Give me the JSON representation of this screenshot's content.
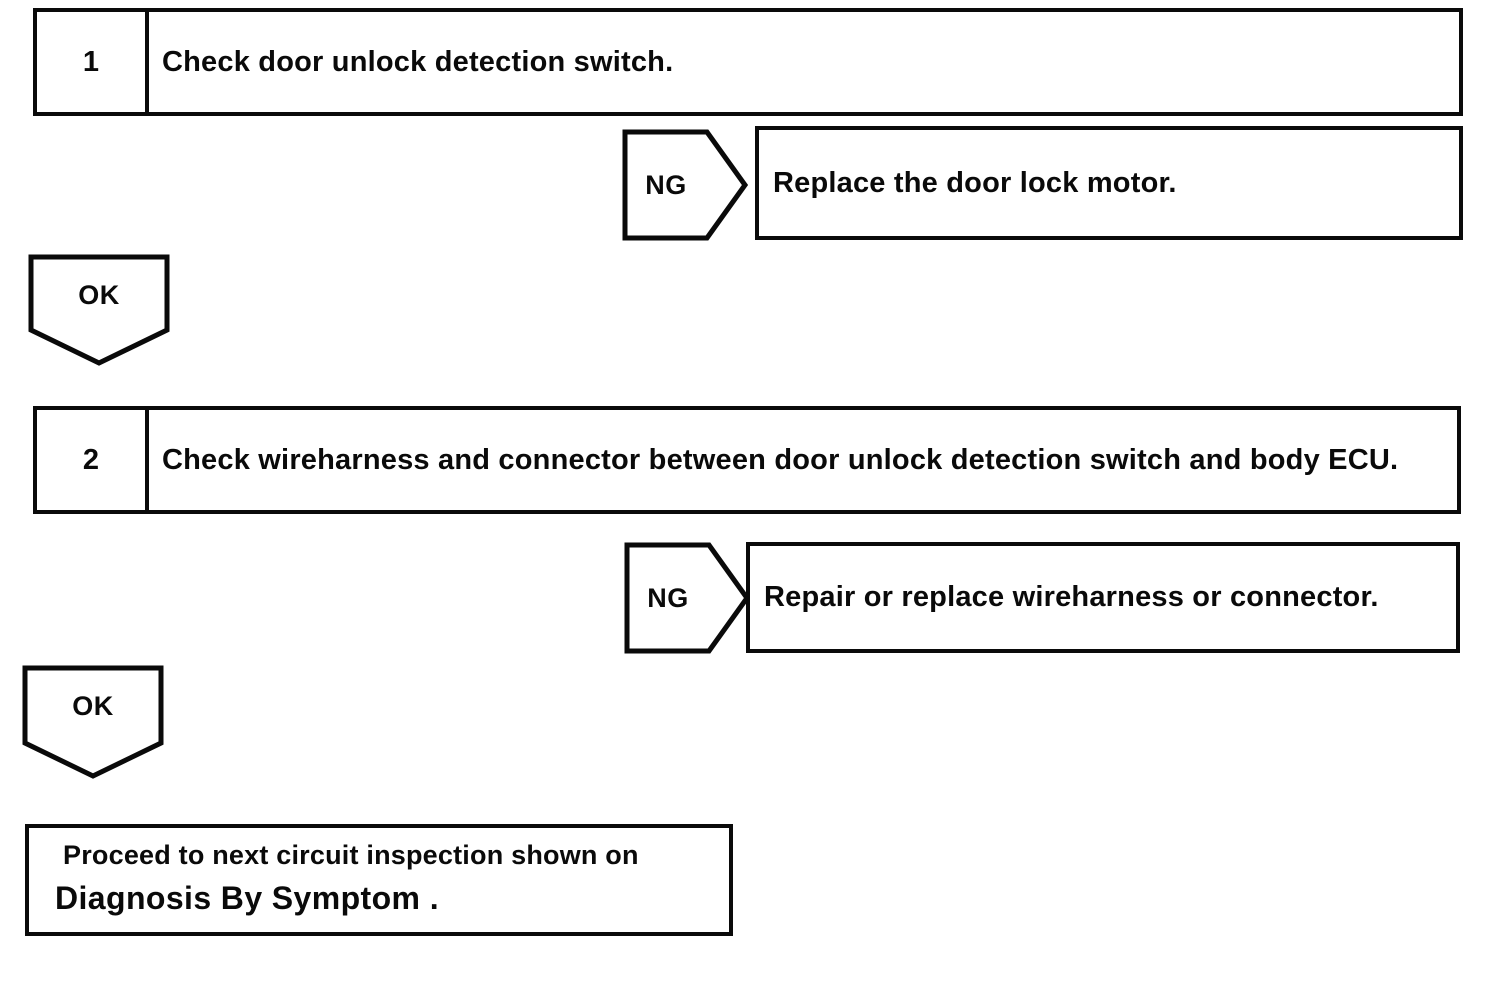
{
  "flowchart": {
    "colors": {
      "ink": "#0a0a0a",
      "background": "#ffffff"
    },
    "steps": [
      {
        "number": "1",
        "instruction": "Check door unlock detection switch.",
        "ng_label": "NG",
        "ng_action": "Replace the door lock motor.",
        "ok_label": "OK"
      },
      {
        "number": "2",
        "instruction": "Check wireharness and connector between door unlock detection switch and body ECU.",
        "ng_label": "NG",
        "ng_action": "Repair or replace wireharness or connector.",
        "ok_label": "OK"
      }
    ],
    "result": {
      "line1": "Proceed to next circuit inspection shown on",
      "line2": "Diagnosis By Symptom ."
    }
  }
}
